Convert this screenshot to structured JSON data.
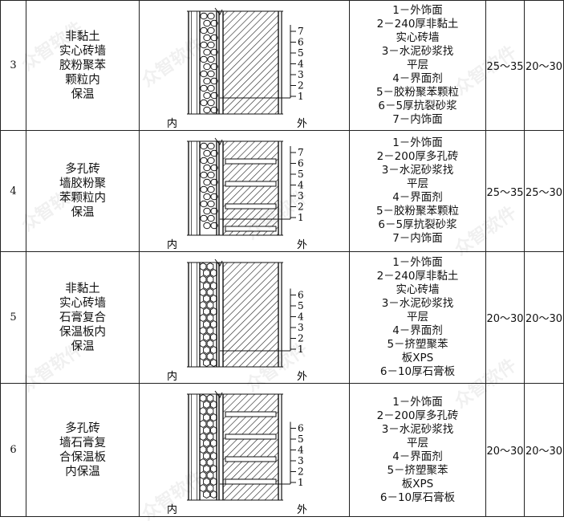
{
  "rows": [
    {
      "no": "3",
      "desc": [
        "非黏土",
        "实心砖墙",
        "胶粉聚苯",
        "颗粒内",
        "保温"
      ],
      "legend": [
        "1－外饰面",
        "2－240厚非黏土",
        "实心砖墙",
        "3－水泥砂浆找",
        "平层",
        "4－界面剂",
        "5－胶粉聚苯颗粒",
        "6－5厚抗裂砂浆",
        "7－内饰面"
      ],
      "inner": "内",
      "outer": "外",
      "layer_numbers": [
        "7",
        "6",
        "5",
        "4",
        "3",
        "2",
        "1"
      ],
      "col1": "25～35",
      "col2": "20～30",
      "insulation": "granule",
      "wall": "solid"
    },
    {
      "no": "4",
      "desc": [
        "多孔砖",
        "墙胶粉聚",
        "苯颗粒内",
        "保温"
      ],
      "legend": [
        "1－外饰面",
        "2－200厚多孔砖",
        "3－水泥砂浆找",
        "平层",
        "4－界面剂",
        "5－胶粉聚苯颗粒",
        "6－5厚抗裂砂浆",
        "7－内饰面"
      ],
      "inner": "内",
      "outer": "外",
      "layer_numbers": [
        "7",
        "6",
        "5",
        "4",
        "3",
        "2",
        "1"
      ],
      "col1": "25～35",
      "col2": "25～30",
      "insulation": "granule",
      "wall": "porous"
    },
    {
      "no": "5",
      "desc": [
        "非黏土",
        "实心砖墙",
        "石膏复合",
        "保温板内",
        "保温"
      ],
      "legend": [
        "1－外饰面",
        "2－240厚非黏土",
        "实心砖墙",
        "3－水泥砂浆找",
        "平层",
        "4－界面剂",
        "5－挤塑聚苯",
        "板XPS",
        "6－10厚石膏板"
      ],
      "inner": "内",
      "outer": "外",
      "layer_numbers": [
        "6",
        "5",
        "4",
        "3",
        "2",
        "1"
      ],
      "col1": "20～30",
      "col2": "20～30",
      "insulation": "hex",
      "wall": "solid"
    },
    {
      "no": "6",
      "desc": [
        "多孔砖",
        "墙石膏复",
        "合保温板",
        "内保温"
      ],
      "legend": [
        "1－外饰面",
        "2－200厚多孔砖",
        "3－水泥砂浆找",
        "平层",
        "4－界面剂",
        "5－挤塑聚苯",
        "板XPS",
        "6－10厚石膏板"
      ],
      "inner": "内",
      "outer": "外",
      "layer_numbers": [
        "6",
        "5",
        "4",
        "3",
        "2",
        "1"
      ],
      "col1": "20～30",
      "col2": "20～30",
      "insulation": "hex",
      "wall": "porous"
    }
  ],
  "watermark": "众智软件"
}
